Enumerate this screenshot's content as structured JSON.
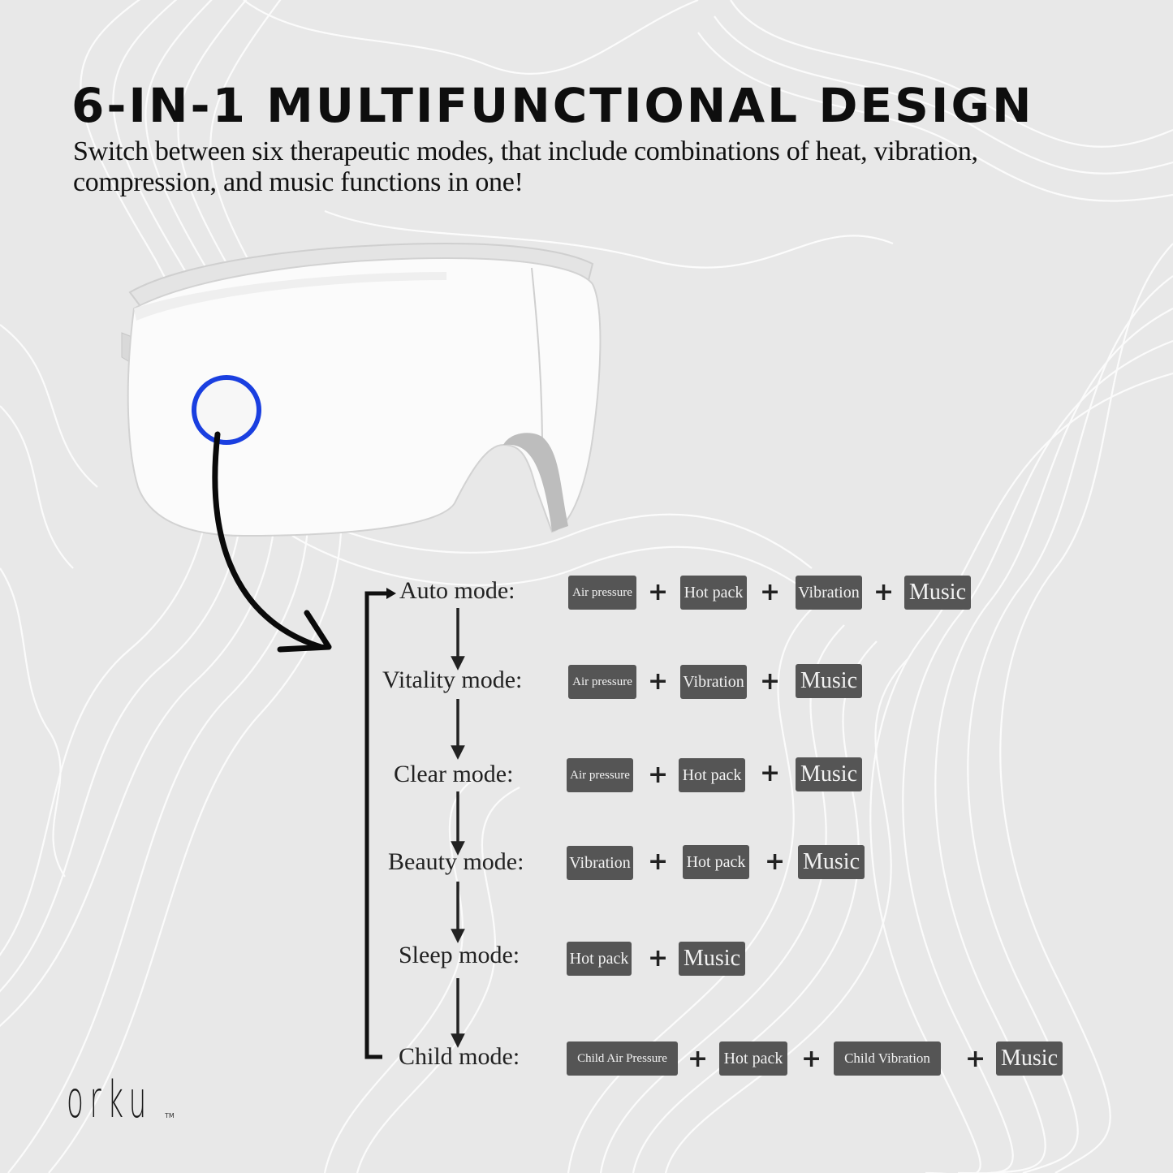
{
  "header": {
    "title": "6-IN-1 MULTIFUNCTIONAL DESIGN",
    "subtitle": "Switch between six therapeutic modes,  that include combinations of heat, vibration, compression, and music functions in one!"
  },
  "product": {
    "name": "eye-massager",
    "button_ring_color": "#1a3fe0",
    "body_color": "#ffffff"
  },
  "modes": [
    {
      "label": "Auto mode:",
      "functions": [
        "Air pressure",
        "Hot pack",
        "Vibration",
        "Music"
      ]
    },
    {
      "label": "Vitality mode:",
      "functions": [
        "Air pressure",
        "Vibration",
        "Music"
      ]
    },
    {
      "label": "Clear mode:",
      "functions": [
        "Air pressure",
        "Hot pack",
        "Music"
      ]
    },
    {
      "label": "Beauty mode:",
      "functions": [
        "Vibration",
        "Hot pack",
        "Music"
      ]
    },
    {
      "label": "Sleep mode:",
      "functions": [
        "Hot pack",
        "Music"
      ]
    },
    {
      "label": "Child mode:",
      "functions": [
        "Child Air Pressure",
        "Hot pack",
        "Child Vibration",
        "Music"
      ]
    }
  ],
  "separator": "+",
  "brand": {
    "logo": "orku",
    "trademark": "TM"
  },
  "colors": {
    "chip_bg": "#555555",
    "chip_text": "#f2f2f2",
    "background": "#e9e9e9",
    "text": "#111111"
  }
}
